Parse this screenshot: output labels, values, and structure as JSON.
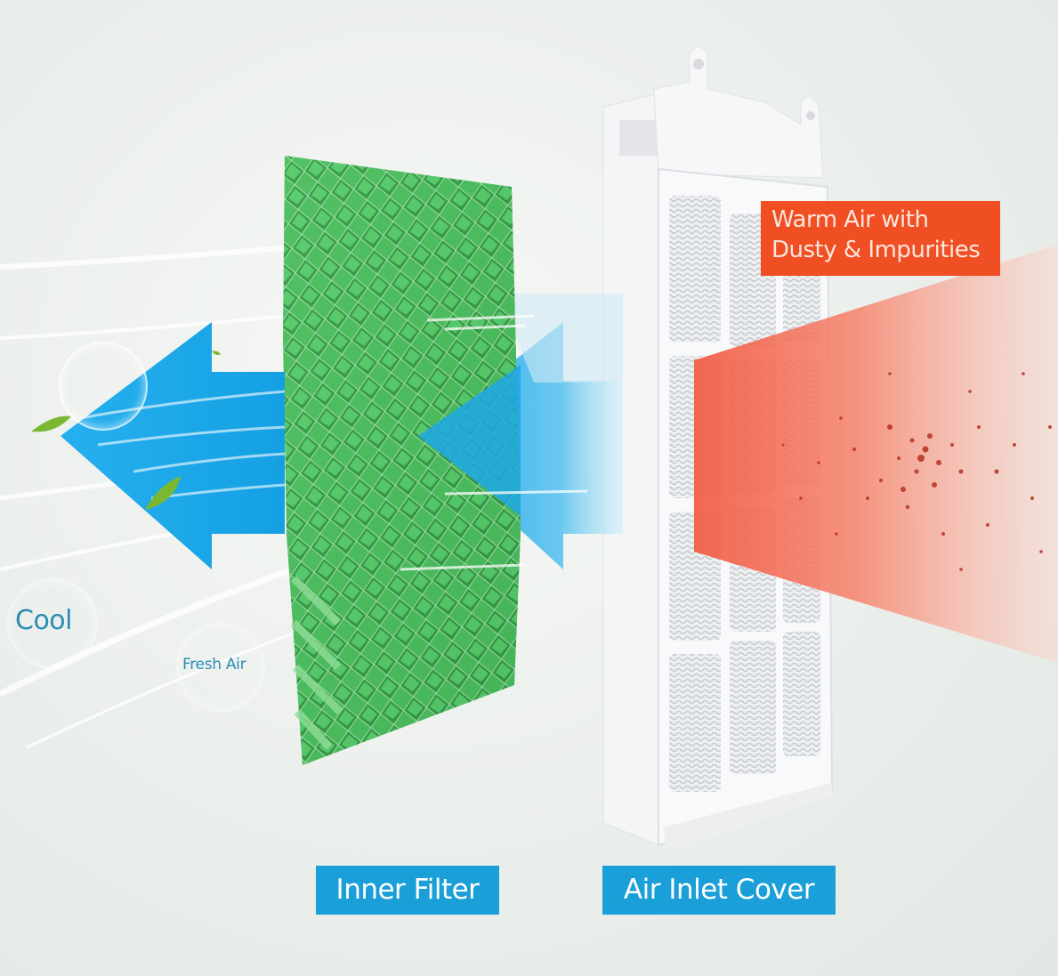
{
  "labels": {
    "warm_air_line1": "Warm Air with",
    "warm_air_line2": "Dusty & Impurities",
    "inner_filter": "Inner Filter",
    "air_inlet_cover": "Air Inlet Cover",
    "cool": "Cool",
    "fresh_air": "Fresh Air"
  },
  "colors": {
    "label_blue": "#1a9fd9",
    "label_warm": "#f04e23",
    "cool_text": "#2a8db4",
    "arrow_blue": "#1ea7e6",
    "filter_green": "#4cbb5e",
    "warm_air": "#f6705a"
  },
  "illustration": {
    "components": [
      "inner-filter-pad",
      "air-inlet-cover-panel",
      "warm-air-stream",
      "cool-air-arrows",
      "leaves",
      "air-bubbles"
    ]
  }
}
